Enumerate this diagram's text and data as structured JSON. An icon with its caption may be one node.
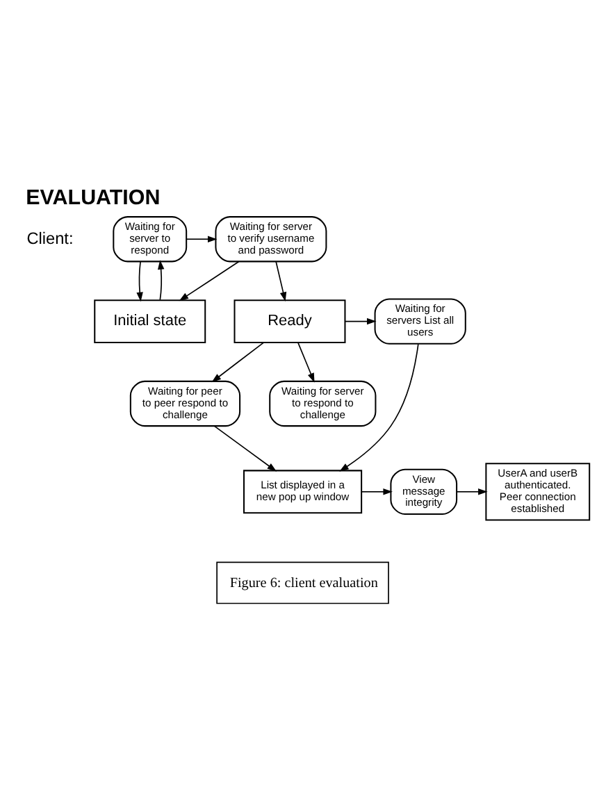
{
  "diagram": {
    "title": "EVALUATION",
    "caption": "Figure 6: client evaluation",
    "nodes": [
      {
        "text": [
          "Waiting for server to respond"
        ]
      },
      {
        "text": [
          "Waiting for server to verify username and password"
        ]
      },
      {
        "text": [
          "Initial state"
        ]
      },
      {
        "text": [
          "Ready"
        ]
      },
      {
        "text": [
          "Waiting for servers List all users"
        ]
      },
      {
        "text": [
          "Waiting for peer to peer respond to challenge"
        ]
      },
      {
        "text": [
          "Waiting for server to respond to challenge"
        ]
      },
      {
        "text": [
          "List displayed in a new pop up window"
        ]
      },
      {
        "text": [
          "View message integrity"
        ]
      },
      {
        "text": [
          "UserA and userB authenticated. Peer connection established"
        ]
      }
    ],
    "edges": [
      {
        "from": 0,
        "to": 1,
        "arrow": "to"
      },
      {
        "from": 0,
        "to": 2,
        "arrow": "to"
      },
      {
        "from": 1,
        "to": 2,
        "arrow": "to"
      },
      {
        "from": 2,
        "to": 0,
        "arrow": "to"
      },
      {
        "from": 1,
        "to": 3,
        "arrow": "to"
      },
      {
        "from": 3,
        "to": 4,
        "arrow": "to"
      },
      {
        "from": 3,
        "to": 5,
        "arrow": "to"
      },
      {
        "from": 3,
        "to": 6,
        "arrow": "to"
      },
      {
        "from": 4,
        "to": 7,
        "arrow": "to"
      },
      {
        "from": 5,
        "to": 7,
        "arrow": "to"
      },
      {
        "from": 7,
        "to": 8,
        "arrow": "to"
      },
      {
        "from": 8,
        "to": 9,
        "arrow": "to"
      }
    ],
    "labels": [
      "Client:"
    ]
  }
}
